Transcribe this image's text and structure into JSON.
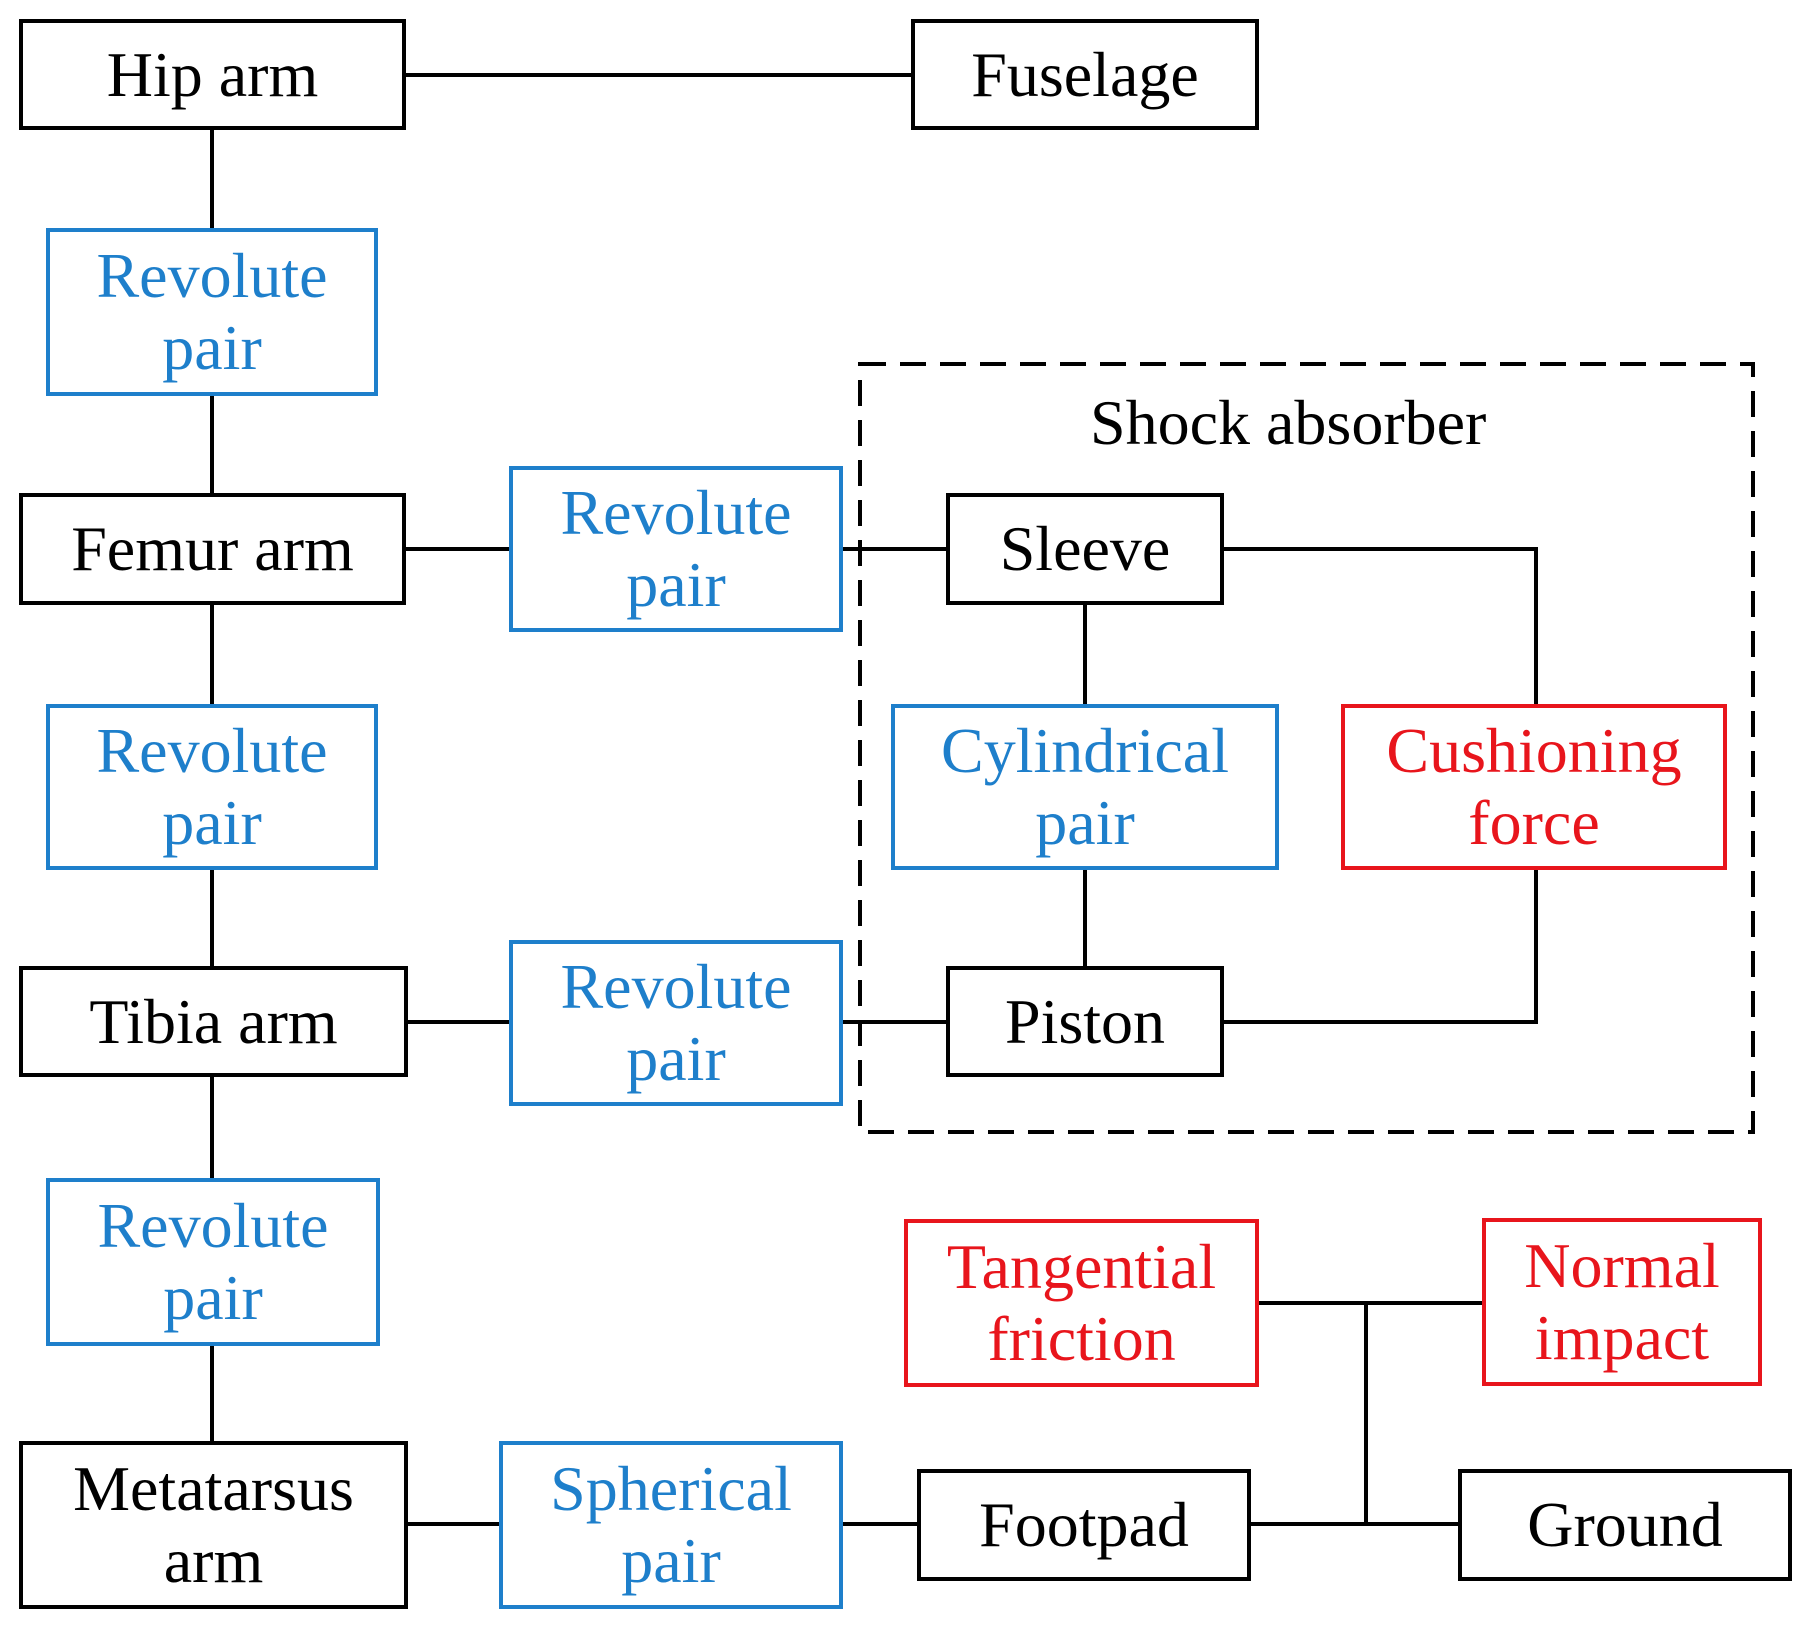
{
  "colors": {
    "component": "#000000",
    "joint": "#1e7fcb",
    "force": "#e8151c"
  },
  "group": {
    "shock_absorber_label": "Shock absorber"
  },
  "nodes": {
    "hip_arm": "Hip arm",
    "fuselage": "Fuselage",
    "revolute_pair_hip": [
      "Revolute",
      "pair"
    ],
    "femur_arm": "Femur arm",
    "revolute_pair_femur_sleeve": [
      "Revolute",
      "pair"
    ],
    "sleeve": "Sleeve",
    "revolute_pair_femur_tibia": [
      "Revolute",
      "pair"
    ],
    "cylindrical_pair": [
      "Cylindrical",
      "pair"
    ],
    "cushioning_force": [
      "Cushioning",
      "force"
    ],
    "tibia_arm": "Tibia arm",
    "revolute_pair_tibia_piston": [
      "Revolute",
      "pair"
    ],
    "piston": "Piston",
    "revolute_pair_tibia_metatarsus": [
      "Revolute",
      "pair"
    ],
    "tangential_friction": [
      "Tangential",
      "friction"
    ],
    "normal_impact": [
      "Normal",
      "impact"
    ],
    "metatarsus_arm": [
      "Metatarsus",
      "arm"
    ],
    "spherical_pair": [
      "Spherical",
      "pair"
    ],
    "footpad": "Footpad",
    "ground": "Ground"
  }
}
